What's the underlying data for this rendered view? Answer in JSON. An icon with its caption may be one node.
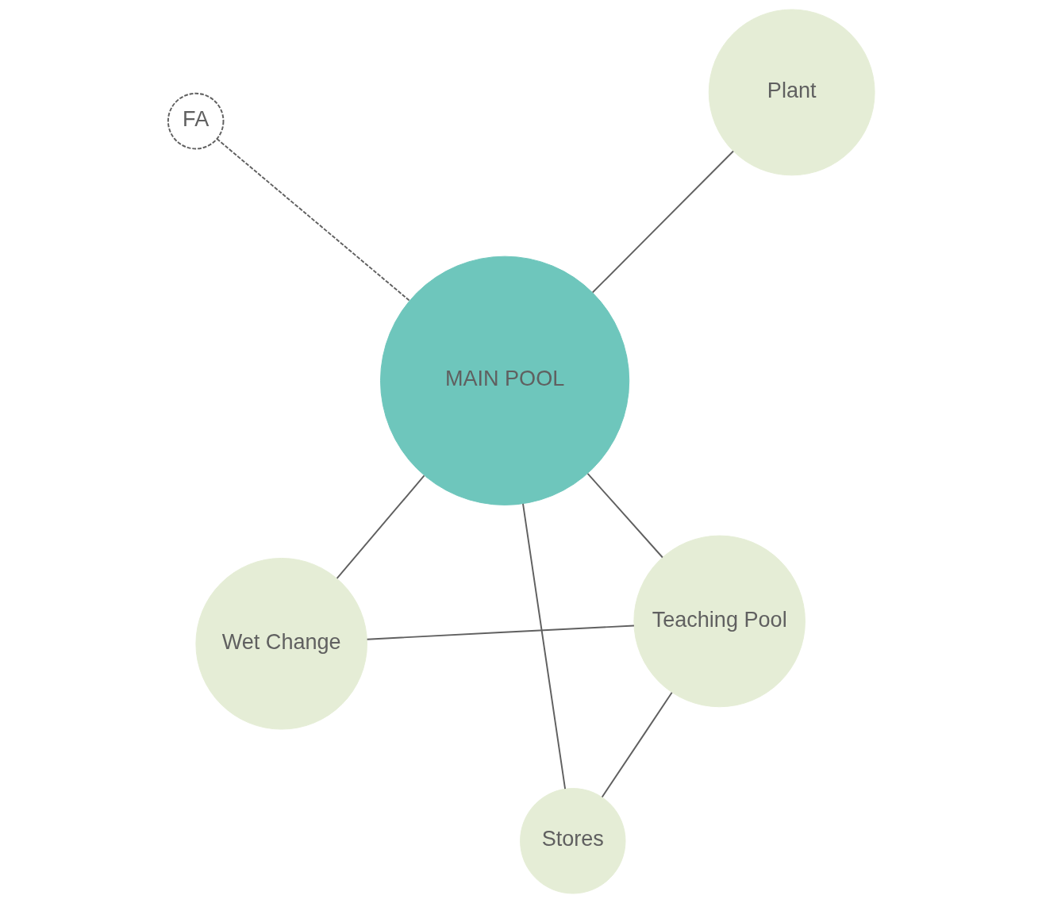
{
  "diagram": {
    "nodes": [
      {
        "text": [
          "FA"
        ]
      },
      {
        "text": [
          "Plant"
        ]
      },
      {
        "text": [
          "Stores"
        ]
      },
      {
        "text": [
          "MAIN POOL"
        ]
      },
      {
        "text": [
          "Teaching Pool"
        ]
      },
      {
        "text": [
          "Wet Change"
        ]
      }
    ],
    "edges": [
      {
        "from": 0,
        "to": 3,
        "arrow": "none",
        "style": "dashed"
      },
      {
        "from": 3,
        "to": 1,
        "arrow": "none"
      },
      {
        "from": 2,
        "to": 3,
        "arrow": "none"
      },
      {
        "from": 2,
        "to": 4,
        "arrow": "none"
      },
      {
        "from": 4,
        "to": 3,
        "arrow": "none"
      },
      {
        "from": 3,
        "to": 5,
        "arrow": "none"
      },
      {
        "from": 4,
        "to": 5,
        "arrow": "none"
      }
    ]
  }
}
